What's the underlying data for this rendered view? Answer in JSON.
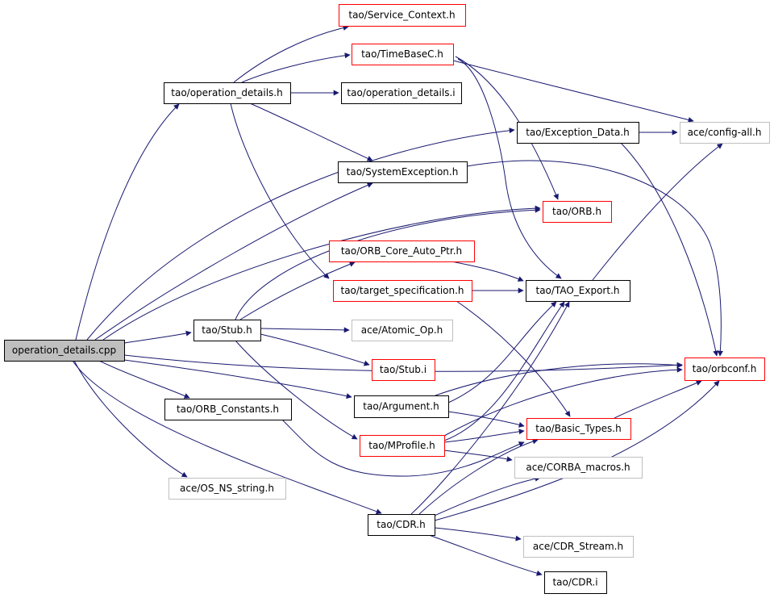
{
  "colors": {
    "edge": "#191970",
    "border_black": "#000000",
    "border_red": "#ff0000",
    "border_gray": "#bfbfbf",
    "root_fill": "#bfbfbf",
    "node_fill": "#ffffff"
  },
  "nodes": [
    {
      "id": "operation_details_cpp",
      "label": "operation_details.cpp",
      "style": "root"
    },
    {
      "id": "service_context",
      "label": "tao/Service_Context.h",
      "style": "red"
    },
    {
      "id": "timebasec",
      "label": "tao/TimeBaseC.h",
      "style": "red"
    },
    {
      "id": "operation_details_h",
      "label": "tao/operation_details.h",
      "style": "black"
    },
    {
      "id": "operation_details_i",
      "label": "tao/operation_details.i",
      "style": "black"
    },
    {
      "id": "exception_data",
      "label": "tao/Exception_Data.h",
      "style": "black"
    },
    {
      "id": "config_all",
      "label": "ace/config-all.h",
      "style": "gray"
    },
    {
      "id": "system_exception",
      "label": "tao/SystemException.h",
      "style": "black"
    },
    {
      "id": "orb_h",
      "label": "tao/ORB.h",
      "style": "red"
    },
    {
      "id": "orb_core_auto_ptr",
      "label": "tao/ORB_Core_Auto_Ptr.h",
      "style": "red"
    },
    {
      "id": "target_specification",
      "label": "tao/target_specification.h",
      "style": "red"
    },
    {
      "id": "tao_export",
      "label": "tao/TAO_Export.h",
      "style": "black"
    },
    {
      "id": "stub_h",
      "label": "tao/Stub.h",
      "style": "black"
    },
    {
      "id": "atomic_op",
      "label": "ace/Atomic_Op.h",
      "style": "gray"
    },
    {
      "id": "stub_i",
      "label": "tao/Stub.i",
      "style": "red"
    },
    {
      "id": "orbconf",
      "label": "tao/orbconf.h",
      "style": "red"
    },
    {
      "id": "orb_constants",
      "label": "tao/ORB_Constants.h",
      "style": "black"
    },
    {
      "id": "argument",
      "label": "tao/Argument.h",
      "style": "black"
    },
    {
      "id": "basic_types",
      "label": "tao/Basic_Types.h",
      "style": "red"
    },
    {
      "id": "mprofile",
      "label": "tao/MProfile.h",
      "style": "red"
    },
    {
      "id": "corba_macros",
      "label": "ace/CORBA_macros.h",
      "style": "gray"
    },
    {
      "id": "os_ns_string",
      "label": "ace/OS_NS_string.h",
      "style": "gray"
    },
    {
      "id": "cdr_h",
      "label": "tao/CDR.h",
      "style": "black"
    },
    {
      "id": "cdr_stream",
      "label": "ace/CDR_Stream.h",
      "style": "gray"
    },
    {
      "id": "cdr_i",
      "label": "tao/CDR.i",
      "style": "black"
    }
  ]
}
